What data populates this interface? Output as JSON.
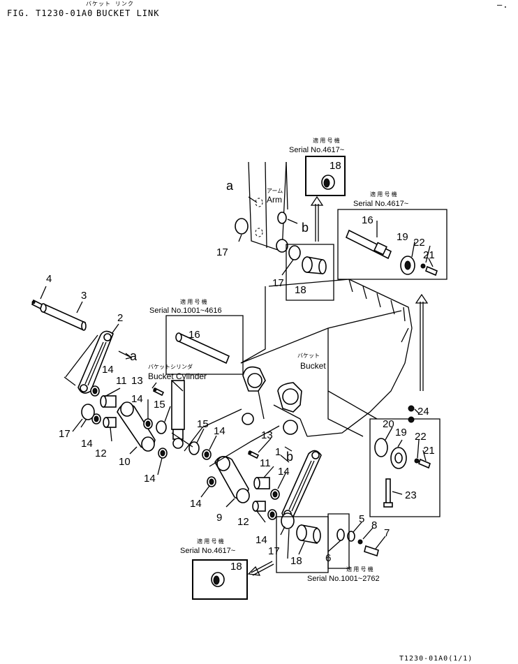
{
  "header": {
    "fig_code": "FIG. T1230-01A0",
    "title": "BUCKET LINK",
    "title_jp": "バケット リンク",
    "corner_mark": "—.",
    "footer_code": "T1230-01A0(1/1)"
  },
  "serial_boxes": {
    "top_center": {
      "kanji": "適 用 号 機",
      "serial": "Serial No.4617~"
    },
    "top_right": {
      "kanji": "適 用 号 機",
      "serial": "Serial No.4617~"
    },
    "mid_left": {
      "kanji": "適 用 号 機",
      "serial": "Serial No.1001~4616"
    },
    "bottom_left": {
      "kanji": "適 用 号 機",
      "serial": "Serial No.4617~"
    },
    "bottom_right": {
      "kanji": "適 用 号 機",
      "serial": "Serial No.1001~2762"
    }
  },
  "labels": {
    "arm_jp": "アーム",
    "arm": "Arm",
    "bucket_jp": "バケット",
    "bucket": "Bucket",
    "cylinder_jp": "バケットシリンダ",
    "cylinder": "Bucket Cylinder",
    "ref_a": "a",
    "ref_b": "b"
  },
  "callouts": {
    "c1": "1",
    "c2": "2",
    "c3": "3",
    "c4": "4",
    "c5": "5",
    "c6": "6",
    "c7": "7",
    "c8": "8",
    "c9": "9",
    "c10": "10",
    "c11": "11",
    "c12": "12",
    "c13": "13",
    "c14": "14",
    "c15": "15",
    "c16": "16",
    "c17": "17",
    "c18": "18",
    "c19": "19",
    "c20": "20",
    "c21": "21",
    "c22": "22",
    "c23": "23",
    "c24": "24"
  }
}
